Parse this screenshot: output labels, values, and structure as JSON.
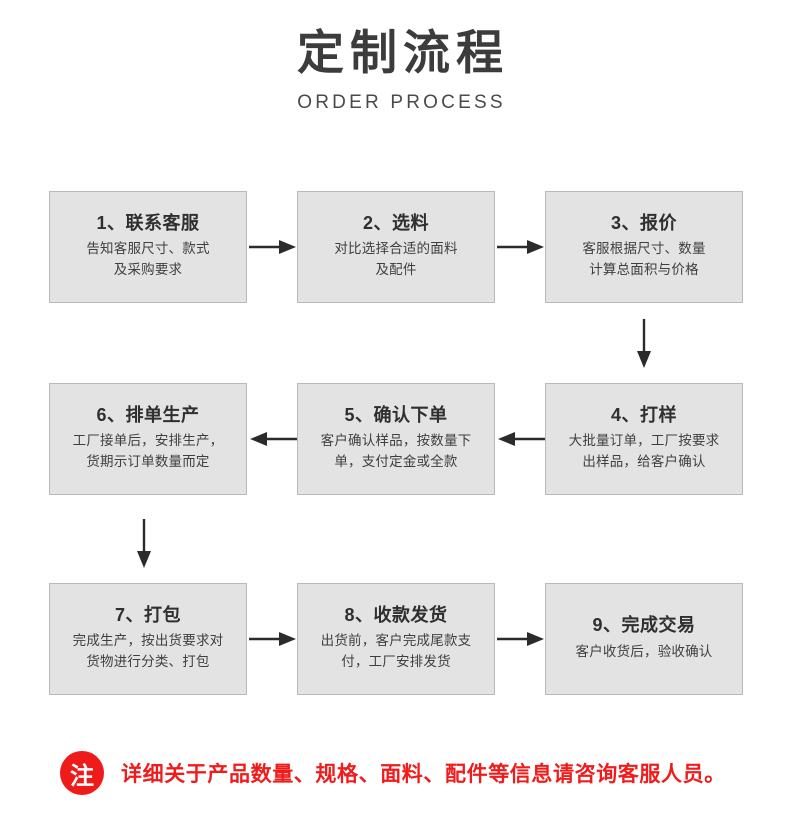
{
  "header": {
    "title_cn": "定制流程",
    "title_en": "ORDER PROCESS"
  },
  "colors": {
    "box_fill": "#e3e3e3",
    "box_border": "#b8b8b8",
    "text": "#3a3a3a",
    "note_red": "#ef1b1b",
    "background": "#ffffff"
  },
  "flow": {
    "steps": [
      {
        "number": "1",
        "title": "1、联系客服",
        "desc_lines": [
          "告知客服尺寸、款式",
          "及采购要求"
        ]
      },
      {
        "number": "2",
        "title": "2、选料",
        "desc_lines": [
          "对比选择合适的面料",
          "及配件"
        ]
      },
      {
        "number": "3",
        "title": "3、报价",
        "desc_lines": [
          "客服根据尺寸、数量",
          "计算总面积与价格"
        ]
      },
      {
        "number": "6",
        "title": "6、排单生产",
        "desc_lines": [
          "工厂接单后，安排生产，",
          "货期示订单数量而定"
        ]
      },
      {
        "number": "5",
        "title": "5、确认下单",
        "desc_lines": [
          "客户确认样品，按数量下",
          "单，支付定金或全款"
        ]
      },
      {
        "number": "4",
        "title": "4、打样",
        "desc_lines": [
          "大批量订单，工厂按要求",
          "出样品，给客户确认"
        ]
      },
      {
        "number": "7",
        "title": "7、打包",
        "desc_lines": [
          "完成生产，按出货要求对",
          "货物进行分类、打包"
        ]
      },
      {
        "number": "8",
        "title": "8、收款发货",
        "desc_lines": [
          "出货前，客户完成尾款支",
          "付，工厂安排发货"
        ]
      },
      {
        "number": "9",
        "title": "9、完成交易",
        "desc_lines": [
          "客户收货后，验收确认"
        ]
      }
    ],
    "connectors": [
      {
        "name": "arrow-1-to-2",
        "direction": "right"
      },
      {
        "name": "arrow-2-to-3",
        "direction": "right"
      },
      {
        "name": "arrow-3-to-4",
        "direction": "down"
      },
      {
        "name": "arrow-4-to-5",
        "direction": "left"
      },
      {
        "name": "arrow-5-to-6",
        "direction": "left"
      },
      {
        "name": "arrow-6-to-7",
        "direction": "down"
      },
      {
        "name": "arrow-7-to-8",
        "direction": "right"
      },
      {
        "name": "arrow-8-to-9",
        "direction": "right"
      }
    ]
  },
  "note": {
    "badge": "注",
    "text": "详细关于产品数量、规格、面料、配件等信息请咨询客服人员。"
  }
}
